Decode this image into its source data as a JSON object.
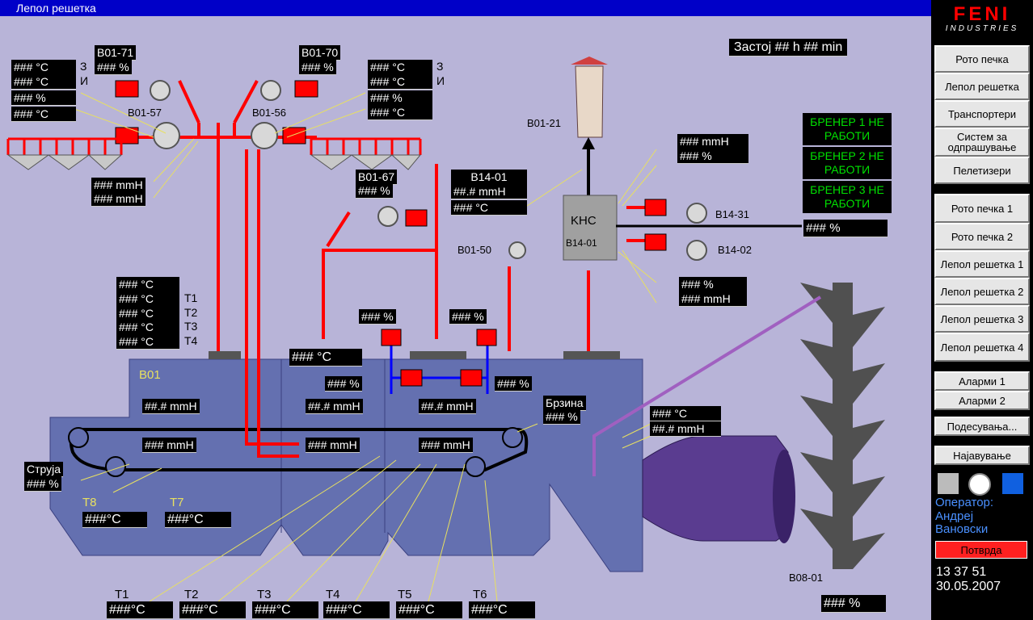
{
  "title": "Лепол решетка",
  "logo": {
    "line1": "FENI",
    "line2": "INDUSTRIES"
  },
  "stoppage": "Застој    ## h  ## min",
  "nav": [
    "Рото печка",
    "Лепол решетка",
    "Транспортери",
    "Систем за одпрашување",
    "Пелетизери"
  ],
  "nav2": [
    "Рото печка 1",
    "Рото печка 2",
    "Лепол решетка 1",
    "Лепол решетка 2",
    "Лепол решетка 3",
    "Лепол решетка 4"
  ],
  "alarms": [
    "Аларми 1",
    "Аларми 2"
  ],
  "settings": "Подесувања...",
  "login": "Најавување",
  "operator": {
    "label": "Оператор:",
    "name1": "Андреј",
    "name2": "Вановски"
  },
  "confirm": "Потврда",
  "time": "13  37  51",
  "date": "30.05.2007",
  "burners": [
    "БРЕНЕР 1 НЕ РАБОТИ",
    "БРЕНЕР 2 НЕ РАБОТИ",
    "БРЕНЕР 3 НЕ РАБОТИ"
  ],
  "labels": {
    "b0171": "B01-71",
    "b0170": "B01-70",
    "b0157": "B01-57",
    "b0156": "B01-56",
    "b0167": "B01-67",
    "b1401": "B14-01",
    "b0121": "B01-21",
    "b0150": "B01-50",
    "khc": "KHC",
    "khc_id": "B14-01",
    "b1431": "B14-31",
    "b1402": "B14-02",
    "b01": "B01",
    "b0801": "B08-01",
    "z": "З",
    "i": "И",
    "t1": "T1",
    "t2": "T2",
    "t3": "T3",
    "t4": "T4",
    "t5": "T5",
    "t6": "T6",
    "t7": "T7",
    "t8": "T8",
    "brzina": "Брзина",
    "struja": "Струја"
  },
  "v": {
    "pct": "### %",
    "degc": "###  °C",
    "mmh": "### mmH",
    "mmh2": "###  mmH",
    "pct2": "###  %",
    "tempbox": "### °C",
    "hmmh": "##.#  mmH",
    "hmmh2": "##.# mmH",
    "degc2": "###°C",
    "tbox": "###  °C",
    "brz": "### %",
    "b1401t": "###    °C",
    "b1401p": "##.#  mmH"
  }
}
